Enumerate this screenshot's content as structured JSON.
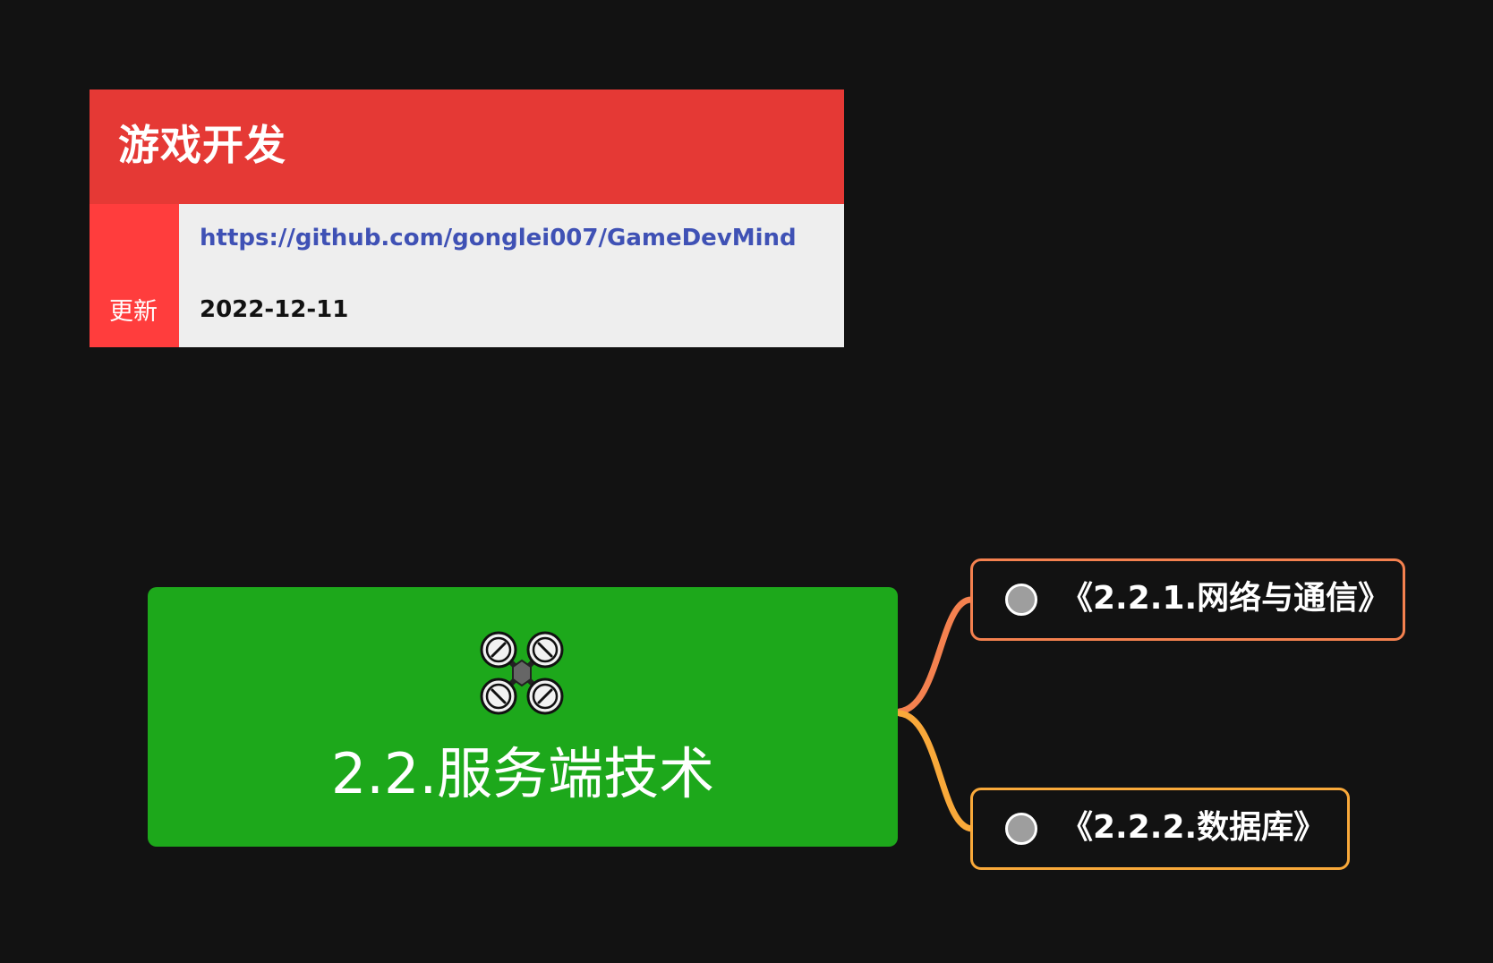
{
  "card": {
    "title": "游戏开发",
    "side_label": "更新",
    "link": "https://github.com/gonglei007/GameDevMind",
    "date": "2022-12-11"
  },
  "central_topic": {
    "icon": "drone-icon",
    "title": "2.2.服务端技术"
  },
  "branches": [
    {
      "label": "《2.2.1.网络与通信》",
      "color": "#f4814f"
    },
    {
      "label": "《2.2.2.数据库》",
      "color": "#f9a93a"
    }
  ],
  "colors": {
    "background": "#121212",
    "card_title": "#e53935",
    "card_side": "#ff3d3d",
    "card_body": "#eeeeee",
    "link": "#3f51b5",
    "central_topic": "#1da81b"
  }
}
